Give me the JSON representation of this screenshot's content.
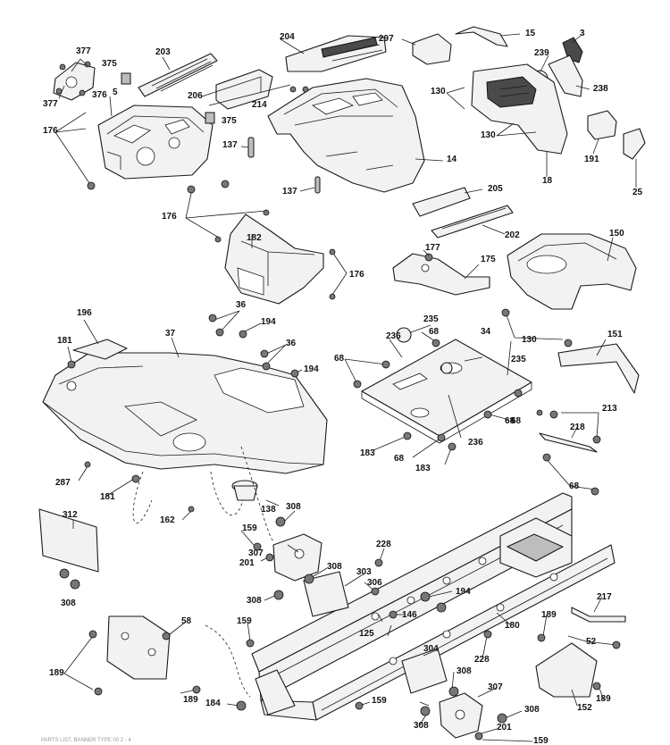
{
  "diagram": {
    "callouts": [
      "377",
      "377",
      "375",
      "376",
      "203",
      "5",
      "176",
      "206",
      "375",
      "204",
      "214",
      "297",
      "15",
      "3",
      "239",
      "130",
      "238",
      "130",
      "137",
      "14",
      "18",
      "191",
      "25",
      "176",
      "182",
      "176",
      "137",
      "205",
      "202",
      "177",
      "175",
      "150",
      "36",
      "196",
      "194",
      "36",
      "235",
      "68",
      "181",
      "37",
      "194",
      "236",
      "34",
      "68",
      "235",
      "68",
      "130",
      "151",
      "213",
      "218",
      "183",
      "68",
      "236",
      "68",
      "287",
      "183",
      "68",
      "181",
      "162",
      "138",
      "312",
      "308",
      "159",
      "228",
      "201",
      "307",
      "308",
      "303",
      "306",
      "194",
      "308",
      "308",
      "146",
      "217",
      "189",
      "52",
      "159",
      "58",
      "125",
      "180",
      "304",
      "228",
      "189",
      "189",
      "308",
      "189",
      "308",
      "184",
      "159",
      "307",
      "152",
      "308",
      "201",
      "159"
    ],
    "footer_text": "PARTS LIST, BANNER TYPE 00 2 - 4"
  }
}
